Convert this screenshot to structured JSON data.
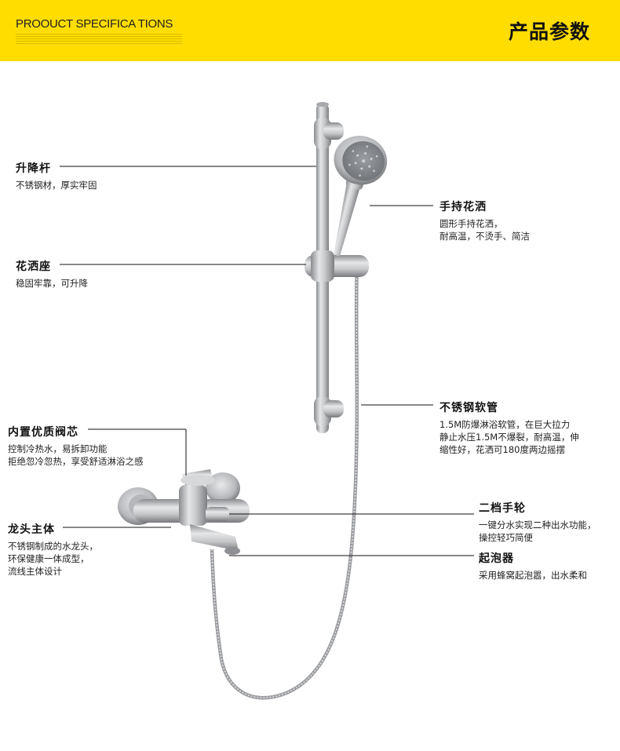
{
  "banner": {
    "title_en": "PROOUCT SPECIFICA TIONS",
    "title_cn": "产品参数",
    "background": "#ffdd00"
  },
  "callouts": [
    {
      "id": "lift-rod",
      "title": "升降杆",
      "lines": [
        "不锈钢材，厚实牢固"
      ]
    },
    {
      "id": "shower-seat",
      "title": "花洒座",
      "lines": [
        "稳固牢靠，可升降"
      ]
    },
    {
      "id": "valve-core",
      "title": "内置优质阀芯",
      "lines": [
        "控制冷热水，易拆卸功能",
        "拒绝忽冷忽热，享受舒适淋浴之感"
      ]
    },
    {
      "id": "faucet-body",
      "title": "龙头主体",
      "lines": [
        "不锈钢制成的水龙头，",
        "环保健康一体成型，",
        "流线主体设计"
      ]
    },
    {
      "id": "hand-shower",
      "title": "手持花洒",
      "lines": [
        "圆形手持花洒，",
        "耐高温，不烫手、简洁"
      ]
    },
    {
      "id": "steel-hose",
      "title": "不锈钢软管",
      "lines": [
        "1.5M防爆淋浴软管，在巨大拉力",
        "静止水压1.5M不爆裂，耐高温，伸",
        "缩性好，花洒可180度两边摇摆"
      ]
    },
    {
      "id": "diverter-knob",
      "title": "二档手轮",
      "lines": [
        "一键分水实现二种出水功能，",
        "操控轻巧简便"
      ]
    },
    {
      "id": "aerator",
      "title": "起泡器",
      "lines": [
        "采用蜂窝起泡嚣，出水柔和"
      ]
    }
  ]
}
